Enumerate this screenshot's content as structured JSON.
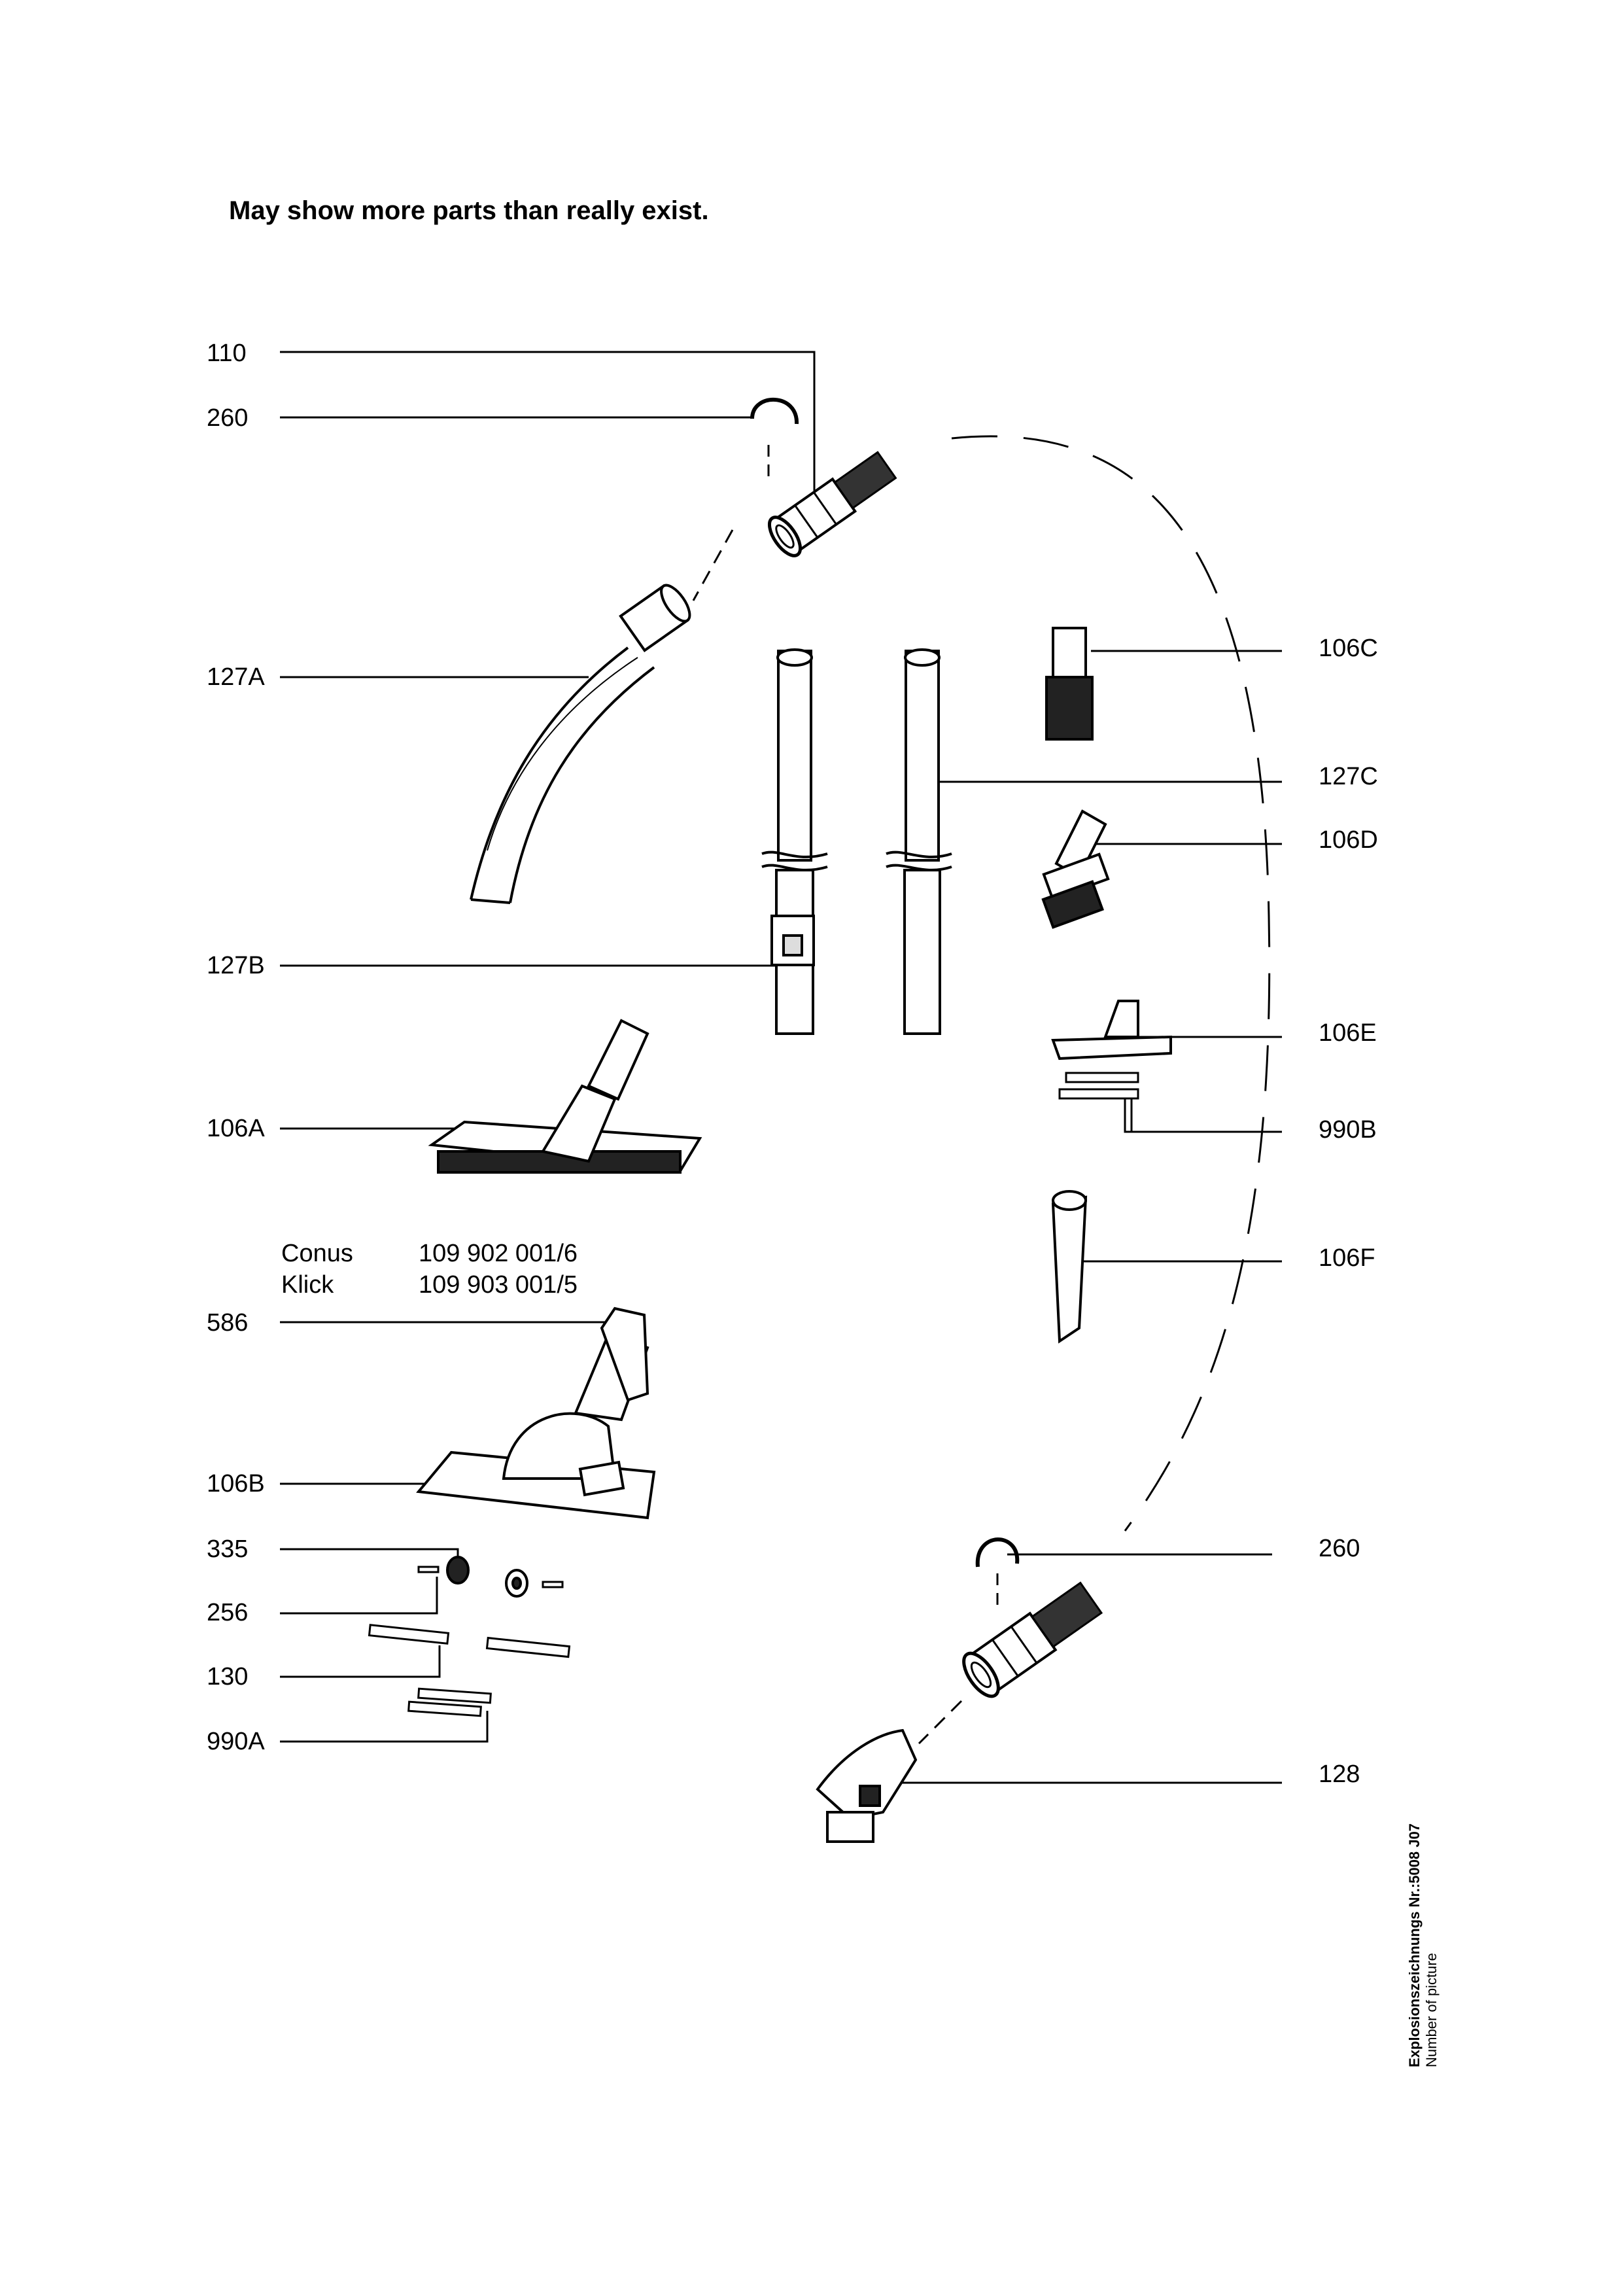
{
  "heading": "May show more parts than really exist.",
  "labels_left": {
    "l110": "110",
    "l260a": "260",
    "l127A": "127A",
    "l127B": "127B",
    "l106A": "106A",
    "l586": "586",
    "l106B": "106B",
    "l335": "335",
    "l256": "256",
    "l130": "130",
    "l990A": "990A"
  },
  "labels_right": {
    "l106C": "106C",
    "l127C": "127C",
    "l106D": "106D",
    "l106E": "106E",
    "l990B": "990B",
    "l106F": "106F",
    "l260b": "260",
    "l128": "128"
  },
  "variants": [
    {
      "name": "Conus",
      "code": "109 902 001/6"
    },
    {
      "name": "Klick",
      "code": "109 903 001/5"
    }
  ],
  "footer": {
    "line1": "Explosionszeichnungs Nr.:5008  J07",
    "line2": "Number of picture"
  }
}
